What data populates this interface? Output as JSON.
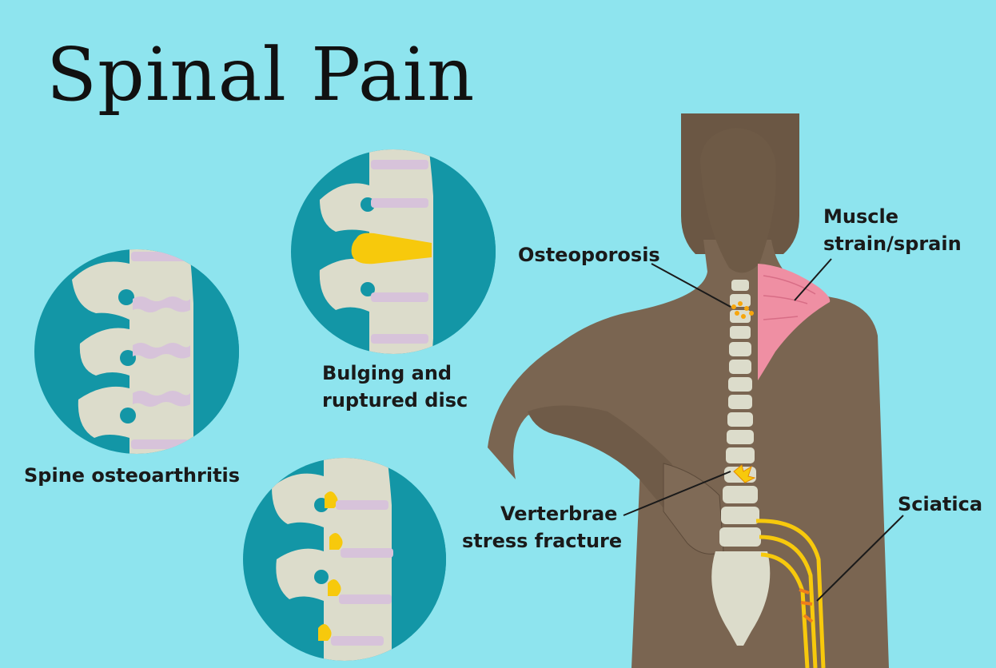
{
  "title": "Spinal Pain",
  "labels": {
    "spine_osteoarthritis": "Spine osteoarthritis",
    "bulging_disc": [
      "Bulging and",
      "ruptured disc"
    ],
    "osteoporosis": "Osteoporosis",
    "muscle_strain": [
      "Muscle",
      "strain/sprain"
    ],
    "verterbrae_fracture": [
      "Verterbrae",
      "stress fracture"
    ],
    "sciatica": "Sciatica"
  },
  "colors": {
    "background": "#8ee4ee",
    "circle": "#1396a6",
    "bone": "#dcdccb",
    "disc": "#d7c3da",
    "highlight": "#f7c90c",
    "skin": "#7a6551",
    "muscle": "#ef8fa3",
    "nerve": "#f7c90c"
  }
}
